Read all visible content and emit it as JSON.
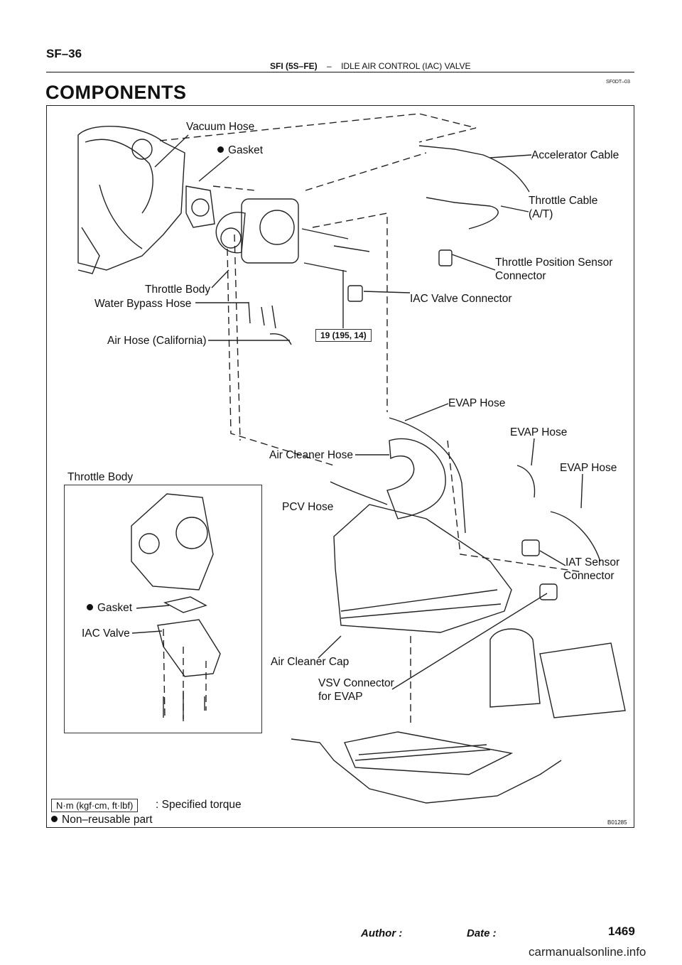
{
  "header": {
    "page_code": "SF–36",
    "section": "SFI (5S–FE)",
    "separator": "–",
    "subsection": "IDLE AIR CONTROL (IAC) VALVE",
    "ref_code": "SF0DT–03"
  },
  "title": "COMPONENTS",
  "figure_id": "B01285",
  "labels": {
    "vacuum_hose": "Vacuum Hose",
    "gasket_top": "Gasket",
    "accelerator_cable": "Accelerator Cable",
    "throttle_cable_l1": "Throttle Cable",
    "throttle_cable_l2": "(A/T)",
    "tps_connector_l1": "Throttle Position Sensor",
    "tps_connector_l2": "Connector",
    "throttle_body": "Throttle Body",
    "water_bypass_hose": "Water Bypass Hose",
    "iac_valve_connector": "IAC Valve Connector",
    "air_hose_california": "Air Hose (California)",
    "torque_value": "19 (195, 14)",
    "evap_hose_1": "EVAP Hose",
    "evap_hose_2": "EVAP Hose",
    "evap_hose_3": "EVAP Hose",
    "air_cleaner_hose": "Air Cleaner Hose",
    "throttle_body_inset": "Throttle Body",
    "pcv_hose": "PCV Hose",
    "iat_sensor_l1": "IAT Sensor",
    "iat_sensor_l2": "Connector",
    "gasket_inset": "Gasket",
    "iac_valve": "IAC Valve",
    "air_cleaner_cap": "Air Cleaner Cap",
    "vsv_connector_l1": "VSV Connector",
    "vsv_connector_l2": "for EVAP"
  },
  "legend": {
    "torque_unit": "N·m (kgf·cm, ft·lbf)",
    "torque_desc": ": Specified torque",
    "non_reusable": "Non–reusable part"
  },
  "footer": {
    "author_label": "Author :",
    "date_label": "Date :",
    "page_number": "1469",
    "watermark": "carmanualsonline.info"
  }
}
